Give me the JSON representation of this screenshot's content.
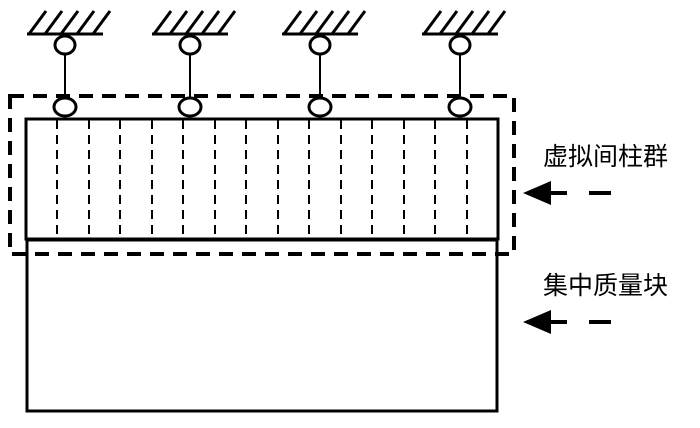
{
  "labels": {
    "virtual_columns": "虚拟间柱群",
    "lumped_mass": "集中质量块"
  },
  "counts": {
    "supports": 4,
    "inner_dashed_columns": 14
  },
  "colors": {
    "stroke": "#000000",
    "background": "#ffffff"
  },
  "icons": [
    "fixed-support-icon",
    "pin-joint-icon",
    "arrow-left-icon"
  ]
}
